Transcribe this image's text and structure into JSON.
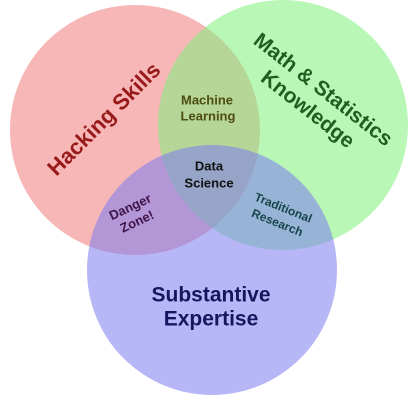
{
  "diagram": {
    "circles": {
      "hacking": {
        "label": "Hacking Skills",
        "fill": "#f07b7b",
        "label_color": "#991a1a"
      },
      "math": {
        "label_line1": "Math & Statistics",
        "label_line2": "Knowledge",
        "fill": "#7ff07b",
        "label_color": "#1f5e1f"
      },
      "substantive": {
        "label_line1": "Substantive",
        "label_line2": "Expertise",
        "fill": "#7c7cf0",
        "label_color": "#16165e"
      }
    },
    "overlaps": {
      "machine_learning": {
        "label_line1": "Machine",
        "label_line2": "Learning",
        "label_color": "#4d4d12"
      },
      "danger_zone": {
        "label_line1": "Danger",
        "label_line2": "Zone!",
        "label_color": "#3d1448"
      },
      "traditional_research": {
        "label_line1": "Traditional",
        "label_line2": "Research",
        "label_color": "#17454a"
      },
      "data_science": {
        "label_line1": "Data",
        "label_line2": "Science",
        "label_color": "#111111"
      }
    }
  }
}
